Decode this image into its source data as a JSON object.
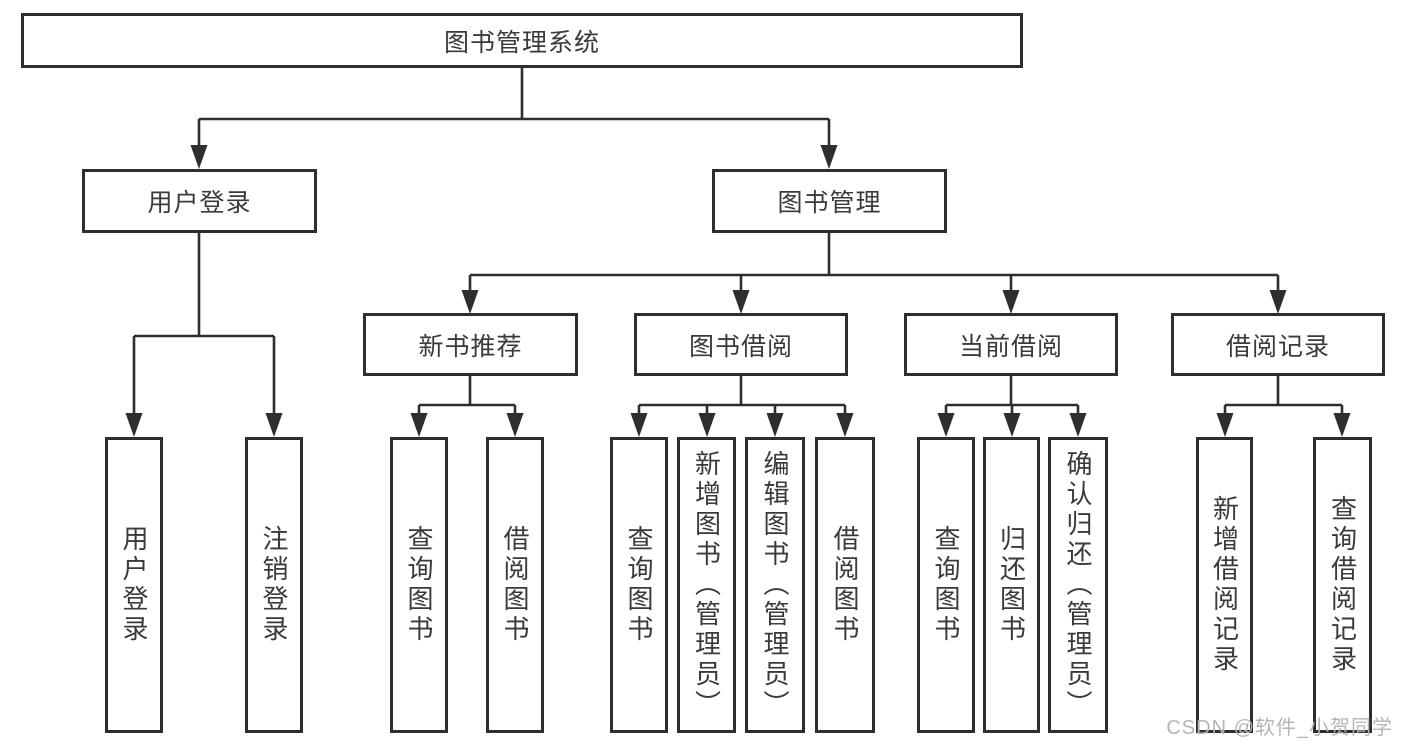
{
  "nodes": {
    "root": "图书管理系统",
    "user_login": "用户登录",
    "book_mgmt": "图书管理",
    "new_book_rec": "新书推荐",
    "book_borrowing": "图书借阅",
    "current_borrowing": "当前借阅",
    "borrowing_records": "借阅记录",
    "ul_user_login": "用户登录",
    "ul_logout": "注销登录",
    "nb_query_books": "查询图书",
    "nb_borrow_books": "借阅图书",
    "bb_query_books": "查询图书",
    "bb_add_books_admin": "新增图书（管理员）",
    "bb_edit_books_admin": "编辑图书（管理员）",
    "bb_borrow_books": "借阅图书",
    "cb_query_books": "查询图书",
    "cb_return_books": "归还图书",
    "cb_confirm_return_admin": "确认归还（管理员）",
    "br_add_record": "新增借阅记录",
    "br_query_record": "查询借阅记录"
  },
  "watermark": "CSDN @软件_小贺同学",
  "colors": {
    "line": "#2e2e2e",
    "text": "#3a3a3a",
    "watermark": "#b5b5b5",
    "background": "#ffffff"
  }
}
